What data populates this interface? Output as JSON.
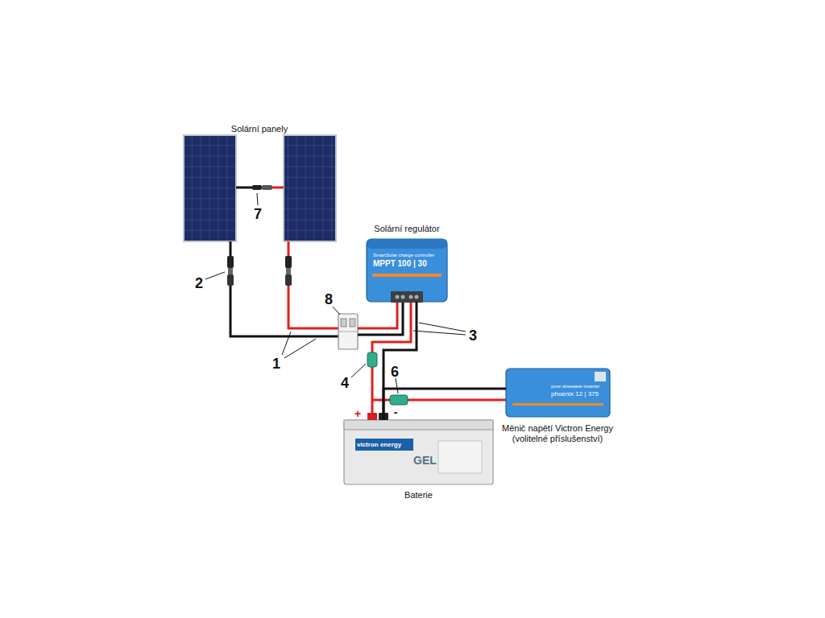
{
  "diagram": {
    "nodes": [
      {
        "text": [
          "Solární regulátor",
          "SmartSolar charge controller",
          "MPPT 100 | 30"
        ]
      },
      {
        "text": [
          "pure sinewave inverter",
          "phoenix 12 | 375",
          "Měnič napětí Victron Energy (volitelné příslušenství)"
        ]
      },
      {
        "text": [
          "victron energy",
          "GEL",
          "Baterie"
        ]
      }
    ],
    "edges": [
      {
        "from": 0,
        "to": 2,
        "arrow": "none"
      },
      {
        "from": 2,
        "to": 1,
        "arrow": "none"
      }
    ],
    "labels": [
      "Solární panely",
      "7",
      "2",
      "8",
      "1",
      "3",
      "4",
      "6",
      "+",
      "-"
    ]
  }
}
